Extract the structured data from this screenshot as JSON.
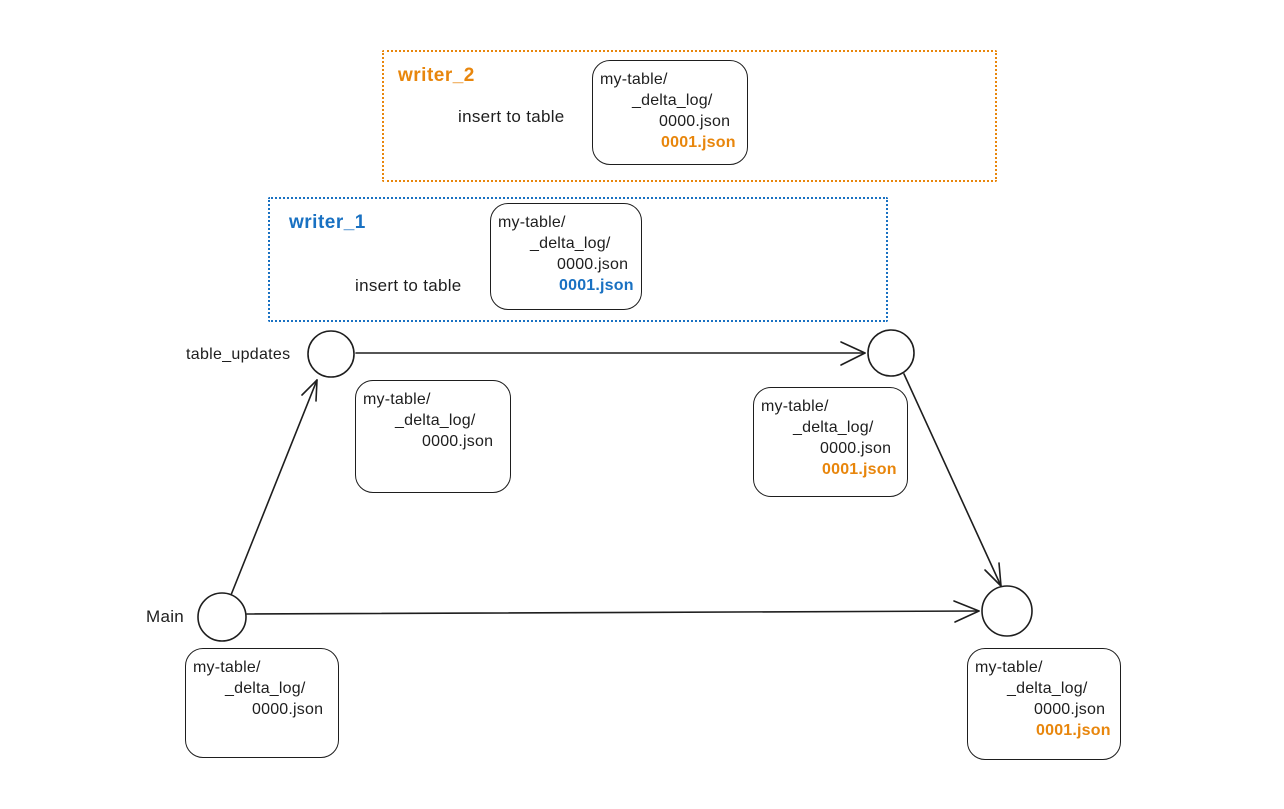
{
  "diagram": {
    "colors": {
      "orange": "#e8860c",
      "blue": "#1971c2",
      "ink": "#1e1e1e"
    },
    "writer_2": {
      "title": "writer_2",
      "action_label": "insert to table",
      "files": {
        "l1": "my-table/",
        "l2": "_delta_log/",
        "l3": "0000.json",
        "l4": "0001.json"
      }
    },
    "writer_1": {
      "title": "writer_1",
      "action_label": "insert to table",
      "files": {
        "l1": "my-table/",
        "l2": "_delta_log/",
        "l3": "0000.json",
        "l4": "0001.json"
      }
    },
    "branches": {
      "table_updates_label": "table_updates",
      "main_label": "Main"
    },
    "boxes": {
      "table_updates_start": {
        "l1": "my-table/",
        "l2": "_delta_log/",
        "l3": "0000.json"
      },
      "table_updates_end": {
        "l1": "my-table/",
        "l2": "_delta_log/",
        "l3": "0000.json",
        "l4": "0001.json"
      },
      "main_start": {
        "l1": "my-table/",
        "l2": "_delta_log/",
        "l3": "0000.json"
      },
      "main_end": {
        "l1": "my-table/",
        "l2": "_delta_log/",
        "l3": "0000.json",
        "l4": "0001.json"
      }
    }
  }
}
